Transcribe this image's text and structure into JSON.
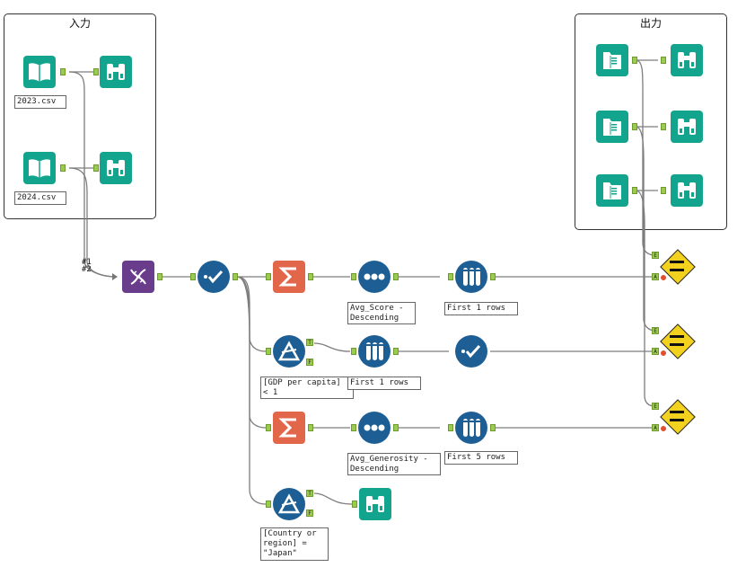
{
  "containers": {
    "input_title": "入力",
    "output_title": "出力"
  },
  "annotations": {
    "file_2023": "2023.csv",
    "file_2024": "2024.csv",
    "sort_score": "Avg_Score -\nDescending",
    "sample_1a": "First 1 rows",
    "filter_gdp": "[GDP per capita]\n< 1",
    "sample_1b": "First 1 rows",
    "sort_generosity": "Avg_Generosity -\nDescending",
    "sample_5": "First 5 rows",
    "filter_japan": "[Country or\nregion] =\n\"Japan\""
  },
  "wire_labels": {
    "union_in_1": "#1",
    "union_in_2": "#2"
  },
  "anchor_labels": {
    "true": "T",
    "false": "F",
    "expected": "E",
    "actual": "A"
  },
  "icons": {
    "input_data": "book-icon",
    "browse": "binoculars-icon",
    "output_data": "folder-doc-icon",
    "union": "dna-icon",
    "select": "checkmark-icon",
    "summarize": "sigma-icon",
    "sort": "dots-icon",
    "sample": "test-tubes-icon",
    "filter": "filter-triangle-icon",
    "test": "equals-diamond-icon"
  },
  "colors": {
    "input_tools": "#12a48c",
    "prep_tools": "#1d5f94",
    "summarize": "#e2664a",
    "union": "#6a3c8c",
    "test": "#f2d21e",
    "anchor": "#9bcb4e"
  }
}
